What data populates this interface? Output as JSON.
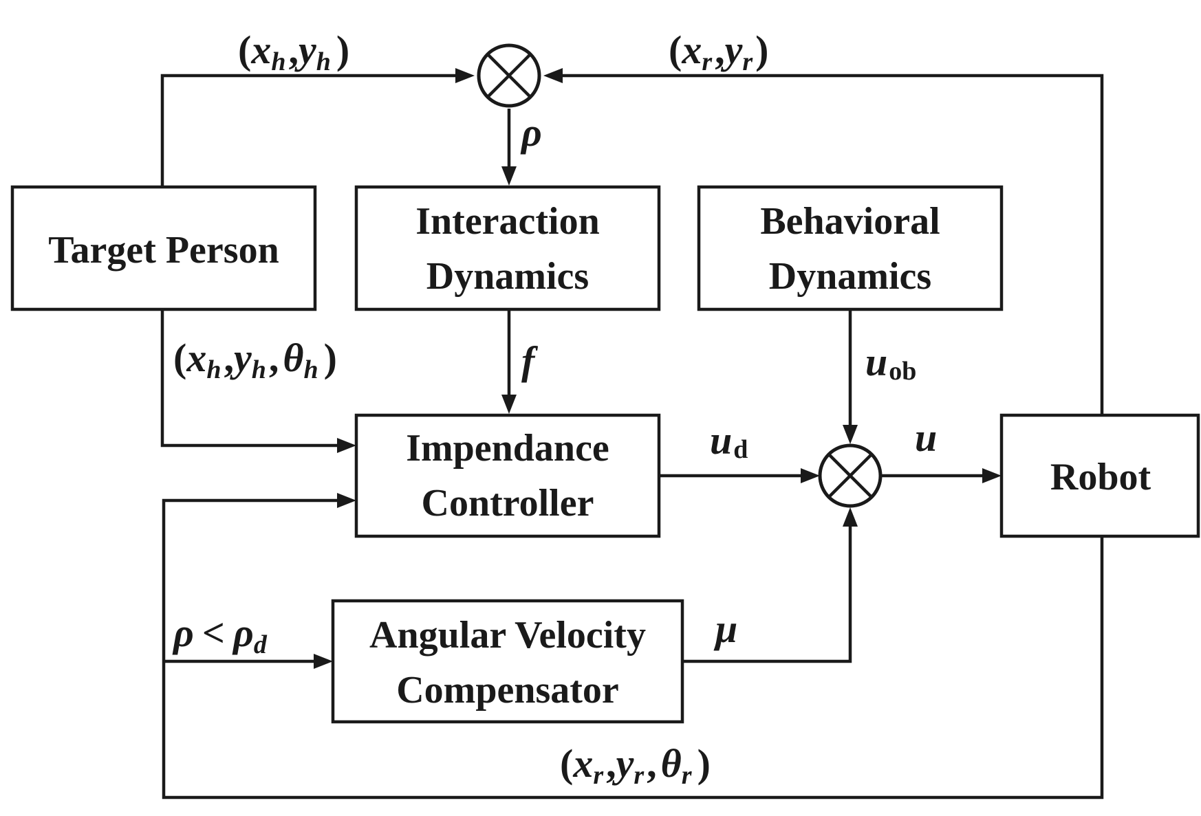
{
  "blocks": {
    "target_person": {
      "line1": "Target Person"
    },
    "interaction_dynamics": {
      "line1": "Interaction",
      "line2": "Dynamics"
    },
    "behavioral_dynamics": {
      "line1": "Behavioral",
      "line2": "Dynamics"
    },
    "impedance_controller": {
      "line1": "Impendance",
      "line2": "Controller"
    },
    "robot": {
      "line1": "Robot"
    },
    "angular_velocity_compensator": {
      "line1": "Angular Velocity",
      "line2": "Compensator"
    }
  },
  "signals": {
    "human_position": {
      "open": "(",
      "x": "x",
      "x_sub": "h",
      "sep": ",",
      "y": "y",
      "y_sub": "h",
      "close": ")"
    },
    "robot_position": {
      "open": "(",
      "x": "x",
      "x_sub": "r",
      "sep": ",",
      "y": "y",
      "y_sub": "r",
      "close": ")"
    },
    "human_pose": {
      "open": "(",
      "x": "x",
      "x_sub": "h",
      "sep1": ",",
      "y": "y",
      "y_sub": "h",
      "sep2": ",",
      "theta": "θ",
      "theta_sub": "h",
      "close": ")"
    },
    "robot_pose": {
      "open": "(",
      "x": "x",
      "x_sub": "r",
      "sep1": ",",
      "y": "y",
      "y_sub": "r",
      "sep2": ",",
      "theta": "θ",
      "theta_sub": "r",
      "close": ")"
    },
    "rho": {
      "text": "ρ"
    },
    "force": {
      "text": "f"
    },
    "u_ob": {
      "base": "u",
      "sub": "ob"
    },
    "u_d": {
      "base": "u",
      "sub": "d"
    },
    "u": {
      "text": "u"
    },
    "mu": {
      "text": "μ"
    },
    "condition": {
      "lhs": "ρ",
      "op": "<",
      "rhs": "ρ",
      "rhs_sub": "d"
    }
  },
  "junctions": {
    "top": {
      "symbol": "multiply-junction"
    },
    "right": {
      "symbol": "multiply-junction"
    }
  }
}
